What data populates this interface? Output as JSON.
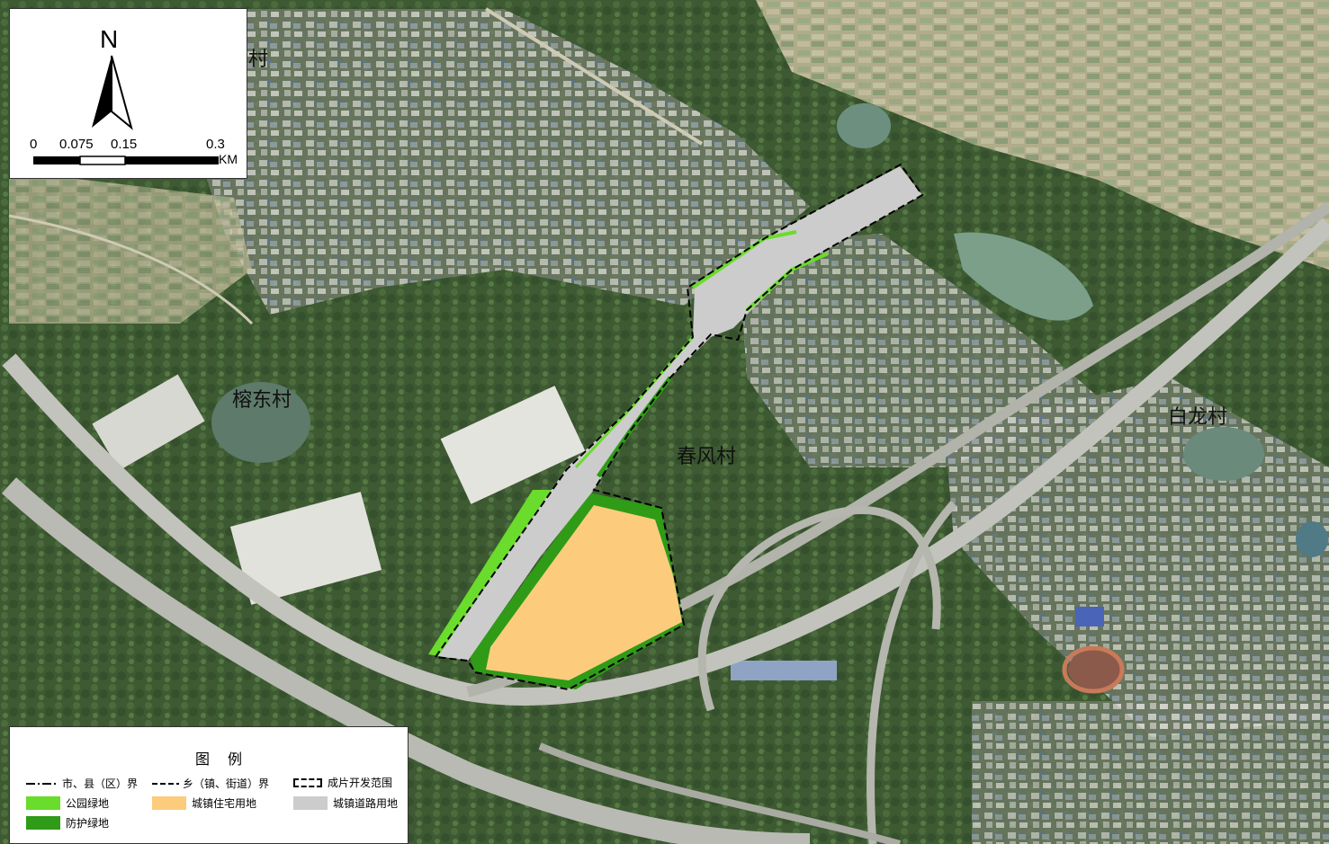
{
  "villages": [
    {
      "id": "rongdong",
      "label": "榕东村"
    },
    {
      "id": "chunfeng",
      "label": "春风村"
    },
    {
      "id": "bailong",
      "label": "白龙村"
    },
    {
      "id": "partial",
      "label": "村"
    }
  ],
  "compass": {
    "north": "N"
  },
  "scale_bar": {
    "ticks": [
      "0",
      "0.075",
      "0.15",
      "0.3"
    ],
    "unit": "KM"
  },
  "legend": {
    "title": "图例",
    "items": [
      {
        "id": "county",
        "label": "市、县（区）界"
      },
      {
        "id": "town",
        "label": "乡（镇、街道）界"
      },
      {
        "id": "dev",
        "label": "成片开发范围"
      },
      {
        "id": "park",
        "label": "公园绿地",
        "color": "#6adc2c"
      },
      {
        "id": "resi",
        "label": "城镇住宅用地",
        "color": "#fccc7c"
      },
      {
        "id": "road",
        "label": "城镇道路用地",
        "color": "#cccccc"
      },
      {
        "id": "prot",
        "label": "防护绿地",
        "color": "#2f9b17"
      }
    ]
  }
}
